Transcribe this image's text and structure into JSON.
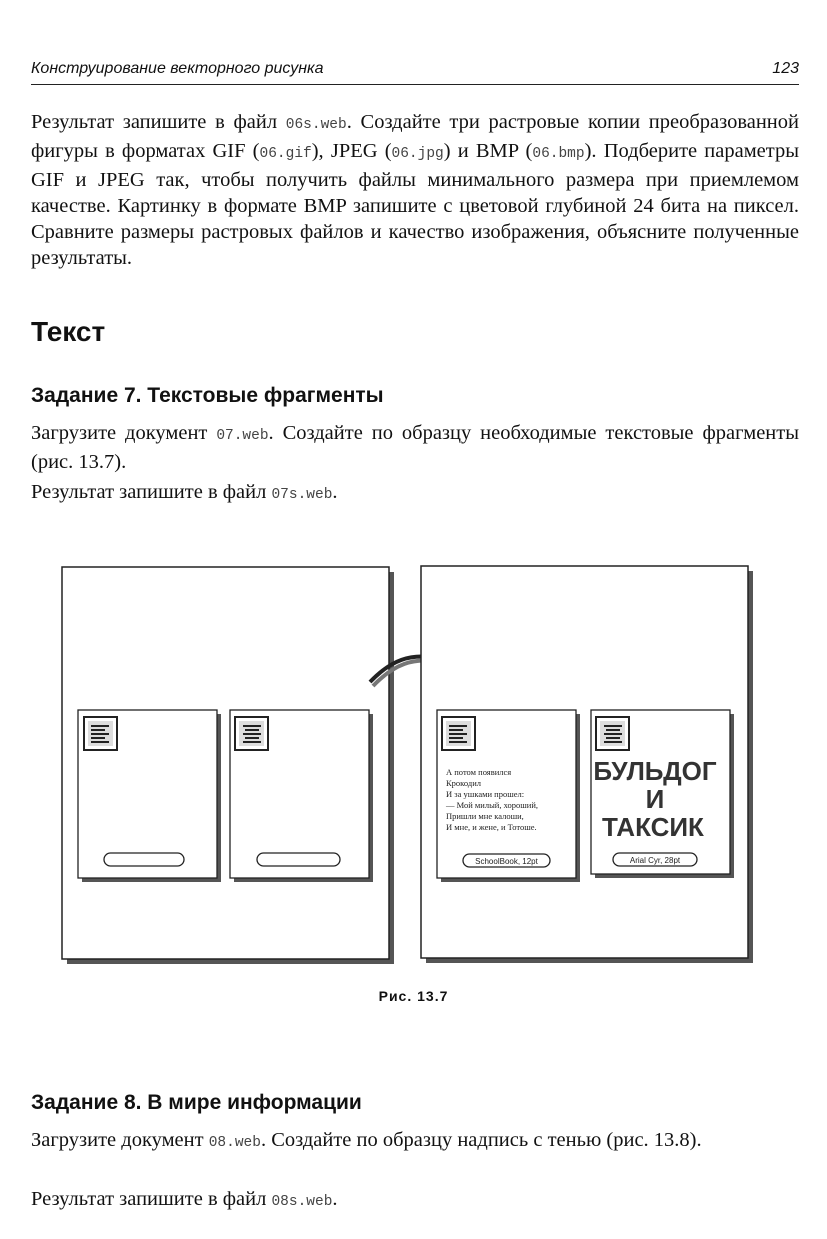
{
  "header": {
    "title": "Конструирование векторного рисунка",
    "page_number": "123"
  },
  "para1": {
    "t1": "Результат запишите в файл ",
    "f1": "06s.web",
    "t2": ". Создайте три растровые копии преобразованной фигуры в форматах GIF (",
    "f2": "06.gif",
    "t3": "), JPEG (",
    "f3": "06.jpg",
    "t4": ") и BMP (",
    "f4": "06.bmp",
    "t5": "). Подберите параметры GIF и JPEG так, чтобы получить файлы минимального размера при приемлемом качестве. Картинку в формате BMP запишите с цветовой глубиной 24 бита на пиксел. Сравните размеры растровых файлов и качество изображения, объясните полученные результаты."
  },
  "section_title": "Текст",
  "task7": {
    "title": "Задание 7. Текстовые фрагменты",
    "p1_t1": "Загрузите документ ",
    "p1_f1": "07.web",
    "p1_t2": ". Создайте по образцу необходимые текстовые фрагменты (рис. 13.7).",
    "p2_t1": "Результат запишите в файл ",
    "p2_f1": "07s.web",
    "p2_t2": "."
  },
  "figure": {
    "caption": "Рис. 13.7",
    "poem": [
      "А потом появился",
      "Крокодил",
      "И за ушками прошел:",
      "— Мой милый, хороший,",
      "Пришли мне калоши,",
      "И мне, и жене, и Тотоше."
    ],
    "font_label_left": "SchoolBook, 12pt",
    "title_lines": [
      "БУЛЬДОГ",
      "И",
      "ТАКСИК"
    ],
    "font_label_right": "Arial Cyr, 28pt"
  },
  "task8": {
    "title": "Задание 8. В мире информации",
    "p1_t1": "Загрузите документ ",
    "p1_f1": "08.web",
    "p1_t2": ". Создайте по образцу надпись с тенью (рис. 13.8).",
    "p2_t1": "Результат запишите в файл ",
    "p2_f1": "08s.web",
    "p2_t2": "."
  }
}
